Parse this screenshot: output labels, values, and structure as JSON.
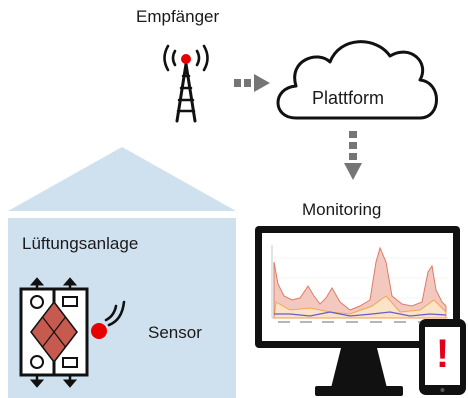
{
  "receiver": {
    "label": "Empfänger"
  },
  "platform": {
    "label": "Plattform"
  },
  "monitoring": {
    "label": "Monitoring",
    "alert_symbol": "!"
  },
  "building": {
    "label": "Lüftungsanlage"
  },
  "sensor": {
    "label": "Sensor"
  },
  "colors": {
    "house_fill": "#cfe0ef",
    "sensor_red": "#e60000",
    "arrow_gray": "#757575",
    "alert_red": "#e2001a",
    "heat_exchanger": "#c75a4f"
  },
  "icons": [
    "antenna-tower-icon",
    "cloud-icon",
    "monitor-icon",
    "smartphone-icon",
    "ventilation-unit-icon",
    "wireless-signal-icon"
  ]
}
